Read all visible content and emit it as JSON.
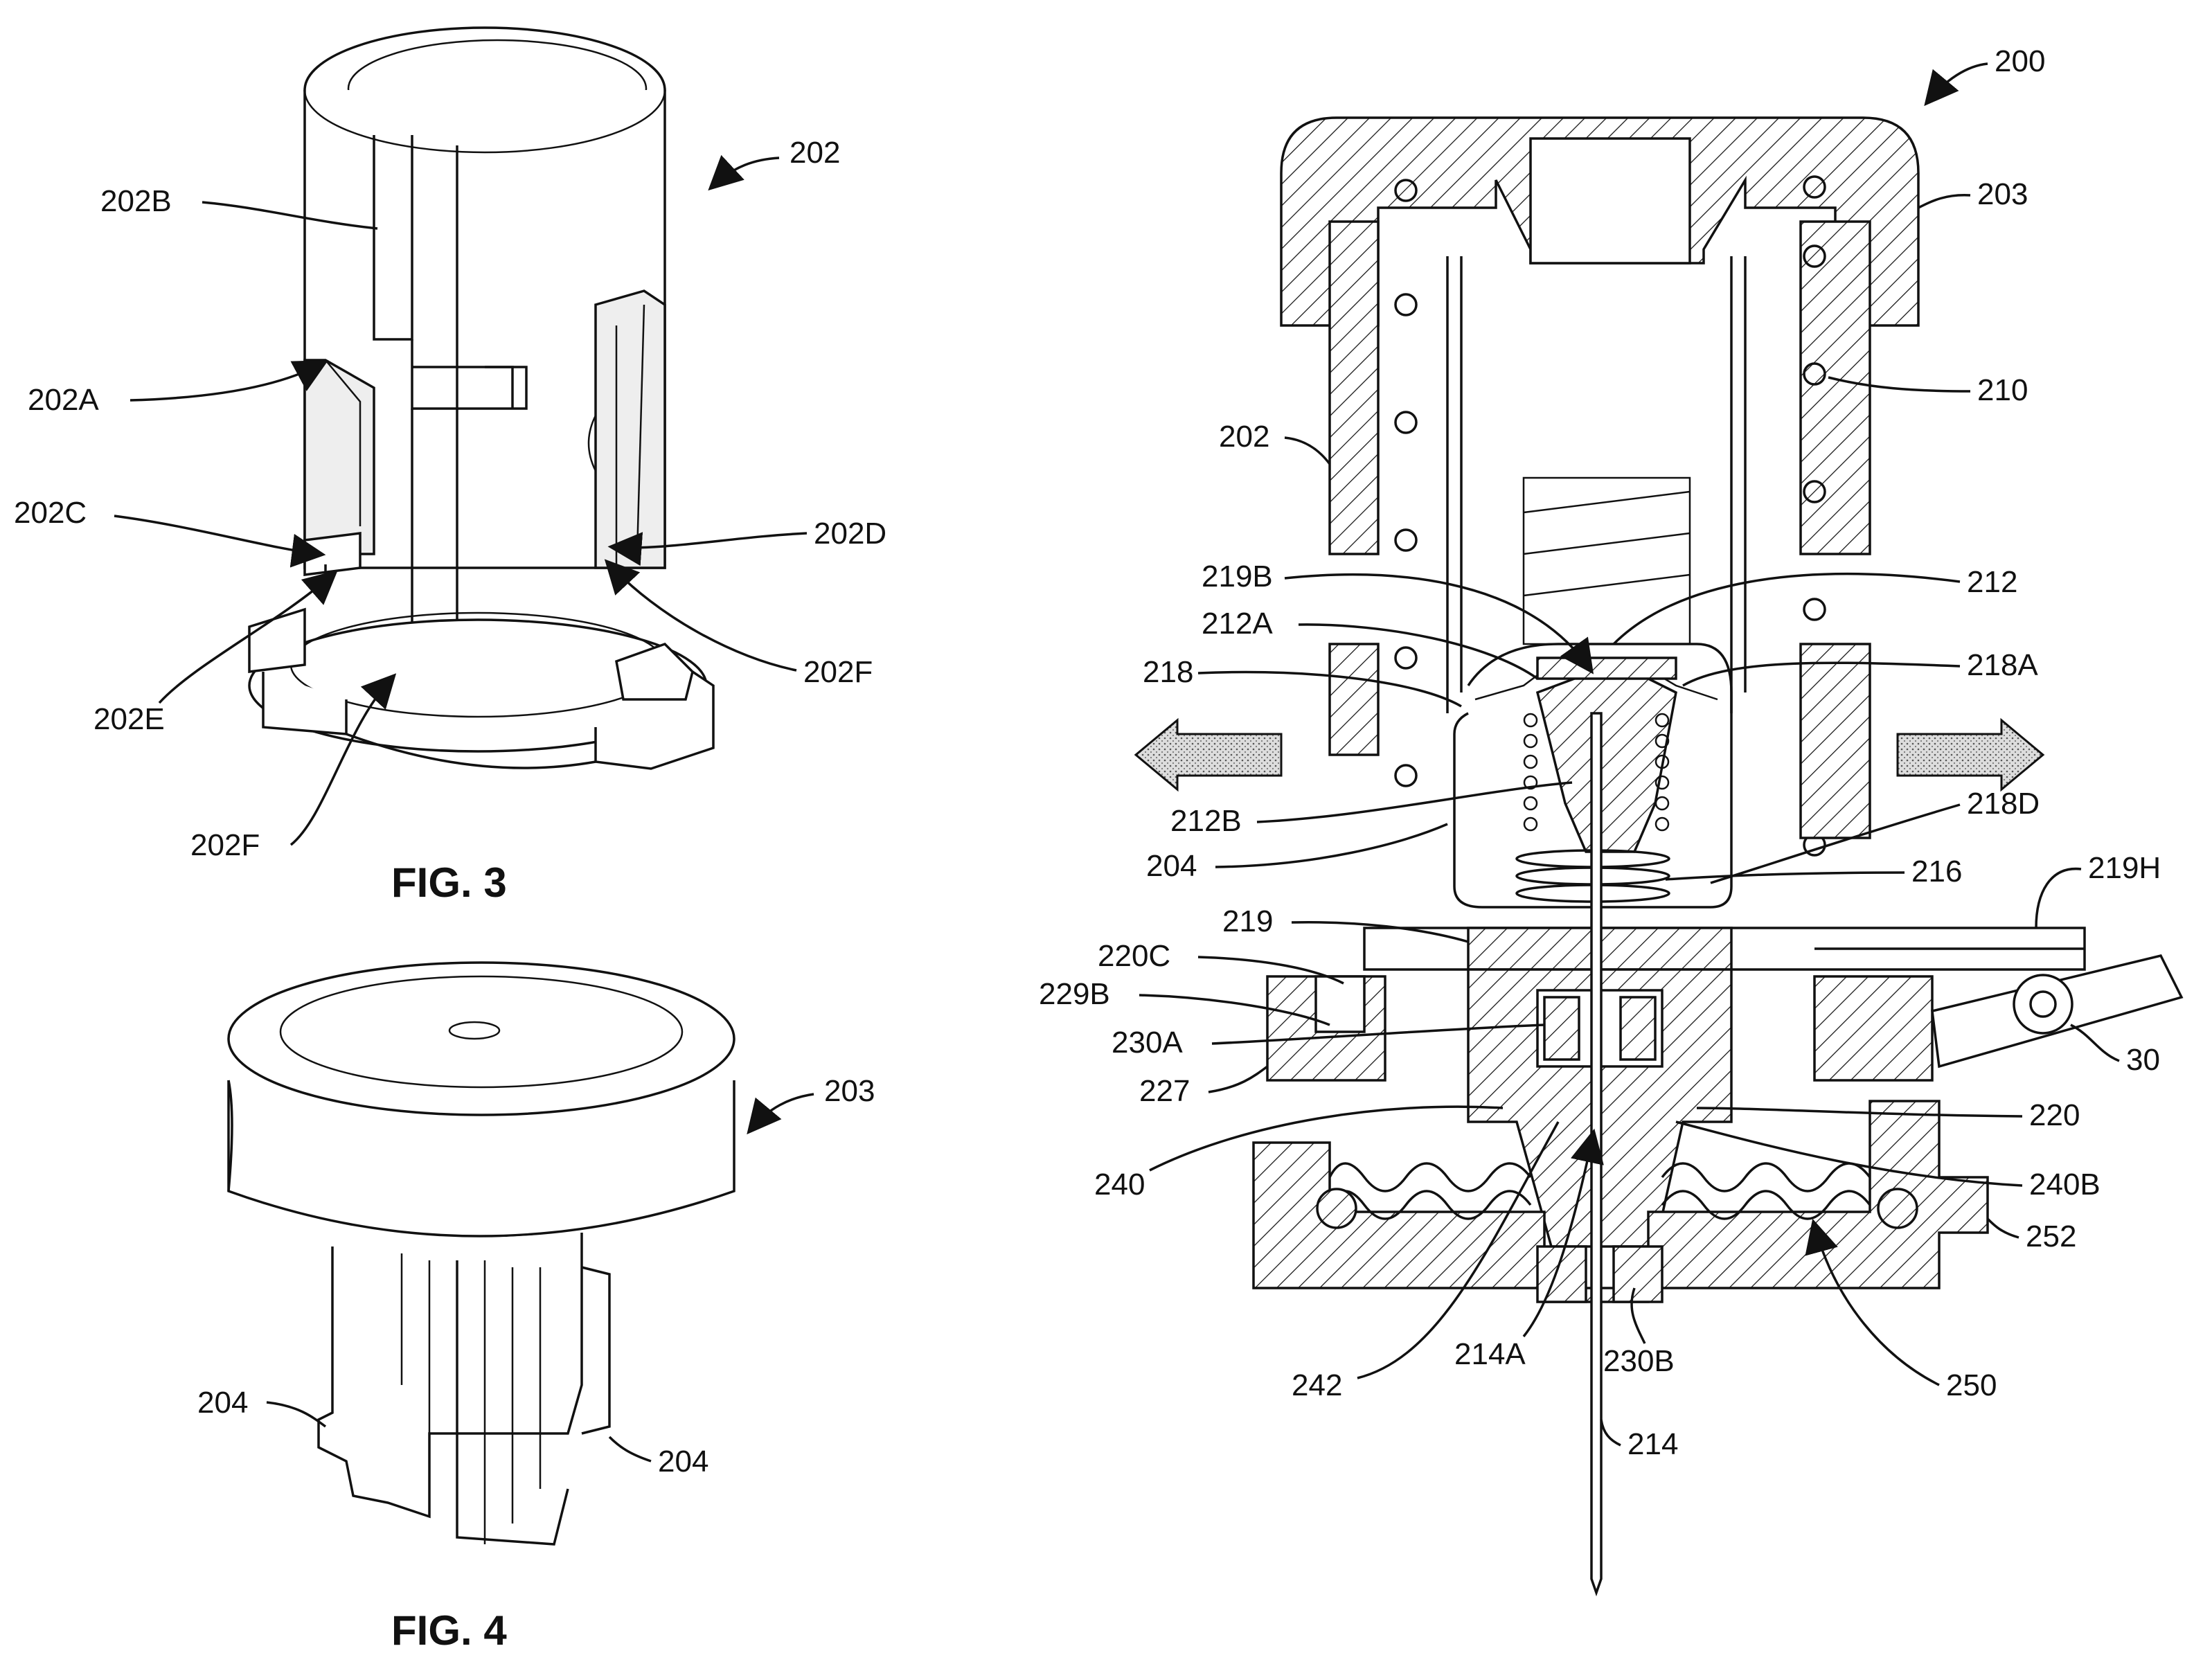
{
  "figures": {
    "fig3": {
      "title": "FIG. 3",
      "ref": "202",
      "labels": {
        "b": "202B",
        "a": "202A",
        "c": "202C",
        "d": "202D",
        "e": "202E",
        "f1": "202F",
        "f2": "202F"
      }
    },
    "fig4": {
      "title": "FIG. 4",
      "ref": "203",
      "labels": {
        "left": "204",
        "right": "204"
      }
    },
    "fig5": {
      "ref": "200",
      "labels": {
        "l203": "203",
        "l210": "210",
        "l202": "202",
        "l219B": "219B",
        "l212": "212",
        "l212A": "212A",
        "l218": "218",
        "l218A": "218A",
        "l212B": "212B",
        "l218D": "218D",
        "l204": "204",
        "l216": "216",
        "l219H": "219H",
        "l219": "219",
        "l220C": "220C",
        "l229B": "229B",
        "l230A": "230A",
        "l30": "30",
        "l227": "227",
        "l220": "220",
        "l240": "240",
        "l240B": "240B",
        "l252": "252",
        "l242": "242",
        "l214A": "214A",
        "l230B": "230B",
        "l250": "250",
        "l214": "214"
      }
    }
  }
}
